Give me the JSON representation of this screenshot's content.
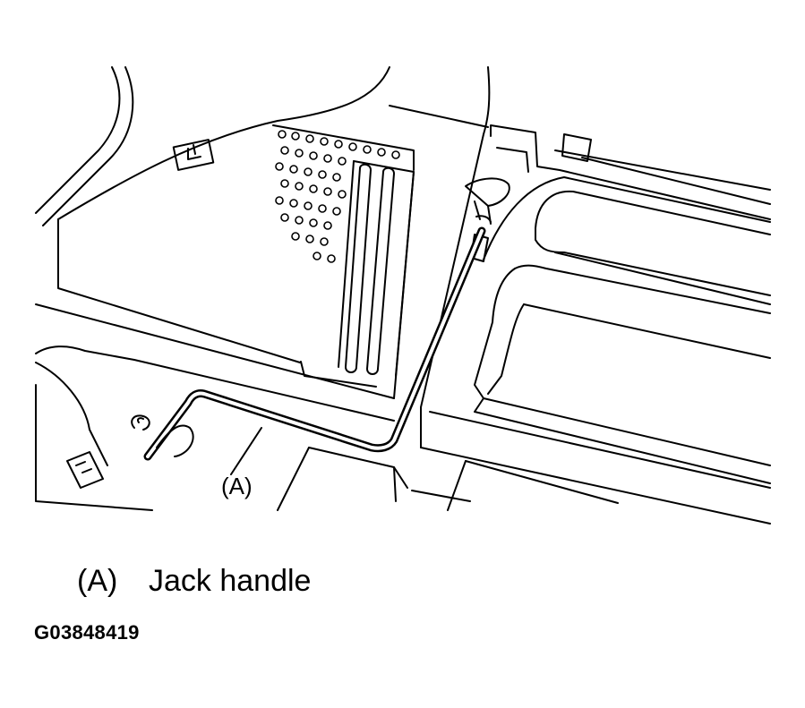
{
  "callout": {
    "label": "(A)"
  },
  "legend": [
    {
      "key": "(A)",
      "text": "Jack handle"
    }
  ],
  "figure_id": "G03848419"
}
